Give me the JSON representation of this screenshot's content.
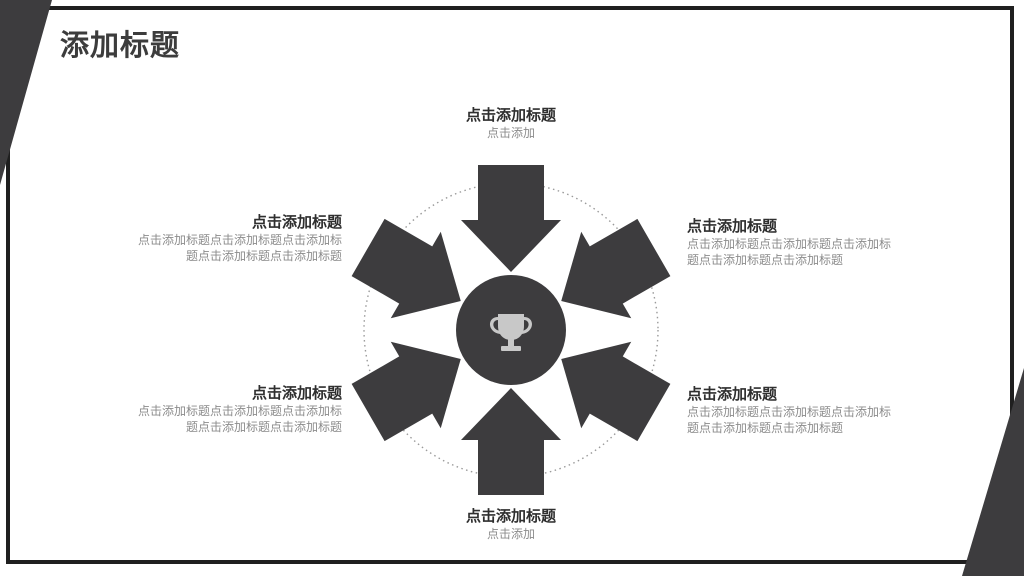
{
  "page": {
    "title": "添加标题"
  },
  "diagram": {
    "center_icon": "trophy-icon",
    "colors": {
      "arrow": "#3d3c3e",
      "hub": "#3d3c3e",
      "icon": "#c8c8c8",
      "ring": "#9a9a9a"
    },
    "items": [
      {
        "title": "点击添加标题",
        "desc_lines": [
          "点击添加"
        ]
      },
      {
        "title": "点击添加标题",
        "desc_lines": [
          "点击添加标题点击添加标题点击添加标",
          "题点击添加标题点击添加标题"
        ]
      },
      {
        "title": "点击添加标题",
        "desc_lines": [
          "点击添加标题点击添加标题点击添加标",
          "题点击添加标题点击添加标题"
        ]
      },
      {
        "title": "点击添加标题",
        "desc_lines": [
          "点击添加"
        ]
      },
      {
        "title": "点击添加标题",
        "desc_lines": [
          "点击添加标题点击添加标题点击添加标",
          "题点击添加标题点击添加标题"
        ]
      },
      {
        "title": "点击添加标题",
        "desc_lines": [
          "点击添加标题点击添加标题点击添加标",
          "题点击添加标题点击添加标题"
        ]
      }
    ]
  }
}
